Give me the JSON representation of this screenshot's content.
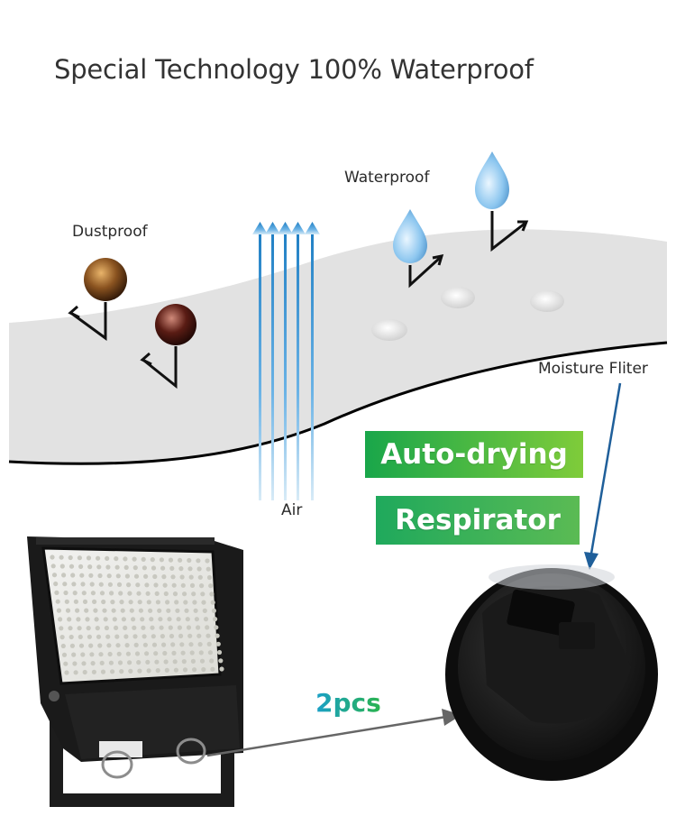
{
  "title": "Special Technology 100% Waterproof",
  "labels": {
    "dustproof": "Dustproof",
    "waterproof": "Waterproof",
    "moisture_filter": "Moisture Fliter",
    "air": "Air"
  },
  "badges": {
    "auto_drying": "Auto-drying",
    "respirator": "Respirator"
  },
  "callout": {
    "count": "2pcs"
  },
  "colors": {
    "badge_green": "#19a64a",
    "badge_light_green": "#7fcc3a",
    "arrow_blue": "#1f7fc4",
    "membrane_gray": "#e2e2e2"
  }
}
